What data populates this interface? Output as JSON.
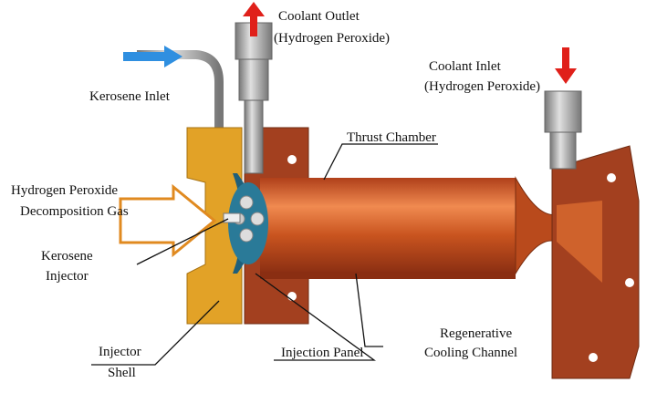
{
  "labels": {
    "coolant_outlet": "Coolant Outlet",
    "coolant_outlet_sub": "(Hydrogen Peroxide)",
    "coolant_inlet": "Coolant Inlet",
    "coolant_inlet_sub": "(Hydrogen Peroxide)",
    "kerosene_inlet": "Kerosene Inlet",
    "thrust_chamber": "Thrust Chamber",
    "decomp_gas_1": "Hydrogen Peroxide",
    "decomp_gas_2": "Decomposition Gas",
    "kerosene_injector_1": "Kerosene",
    "kerosene_injector_2": "Injector",
    "injector_shell_1": "Injector",
    "injector_shell_2": "Shell",
    "injection_panel": "Injection Panel",
    "regen_1": "Regenerative",
    "regen_2": "Cooling Channel"
  },
  "colors": {
    "chamber": "#c9541f",
    "flange": "#a3401f",
    "shell": "#e2a227",
    "pipe": "#a9a9a9",
    "arrow_red": "#e0201a",
    "arrow_blue": "#2f8fe0",
    "panel": "#1f5f7a"
  }
}
